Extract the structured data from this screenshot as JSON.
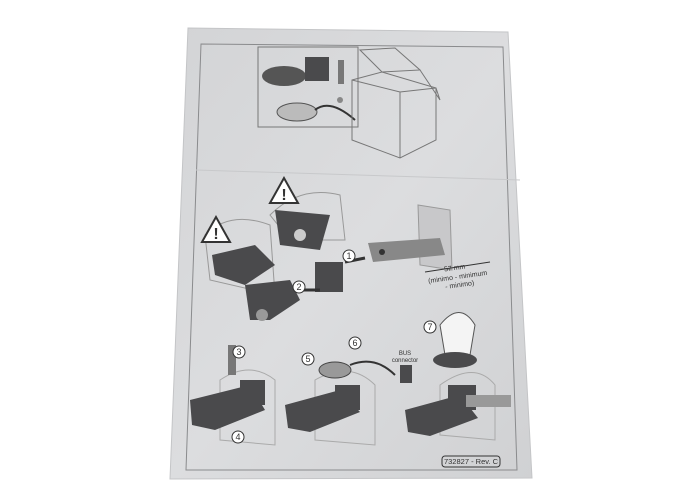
{
  "sheet": {
    "dimension_label": "57 mm",
    "dimension_sublabel_1": "(minimo - minimum",
    "dimension_sublabel_2": "- minimo)",
    "connector_label_1": "BUS",
    "connector_label_2": "connector",
    "step_numbers": [
      "1",
      "2",
      "3",
      "4",
      "5",
      "6",
      "7"
    ],
    "part_number": "732827 - Rev. C",
    "warning_icon": "warning-triangle-icon",
    "colors": {
      "paper": "#d9dadc",
      "parts": "#4a4a4c",
      "background": "#ffffff"
    }
  }
}
